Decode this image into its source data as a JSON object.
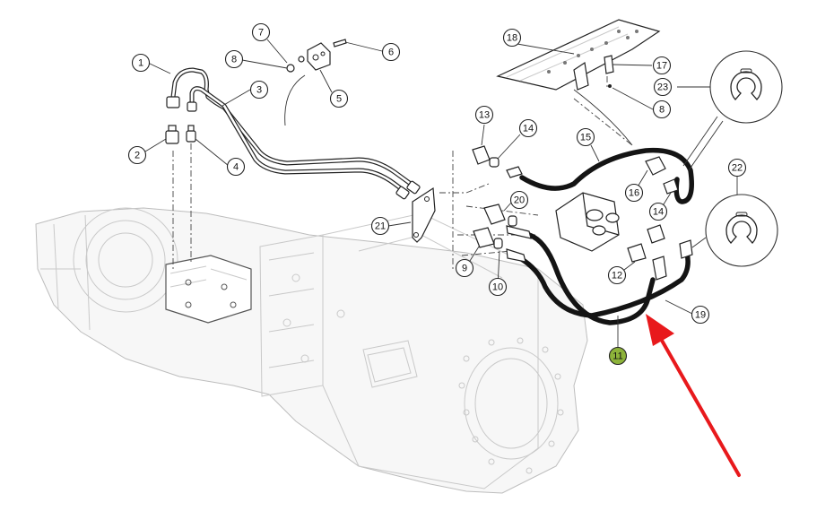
{
  "diagram": {
    "callouts": [
      {
        "id": "c1",
        "label": "1"
      },
      {
        "id": "c2",
        "label": "2"
      },
      {
        "id": "c3",
        "label": "3"
      },
      {
        "id": "c4",
        "label": "4"
      },
      {
        "id": "c5",
        "label": "5"
      },
      {
        "id": "c6",
        "label": "6"
      },
      {
        "id": "c7",
        "label": "7"
      },
      {
        "id": "c8a",
        "label": "8"
      },
      {
        "id": "c8b",
        "label": "8"
      },
      {
        "id": "c9",
        "label": "9"
      },
      {
        "id": "c10",
        "label": "10"
      },
      {
        "id": "c11",
        "label": "11"
      },
      {
        "id": "c12",
        "label": "12"
      },
      {
        "id": "c13",
        "label": "13"
      },
      {
        "id": "c14a",
        "label": "14"
      },
      {
        "id": "c14b",
        "label": "14"
      },
      {
        "id": "c15",
        "label": "15"
      },
      {
        "id": "c16",
        "label": "16"
      },
      {
        "id": "c17",
        "label": "17"
      },
      {
        "id": "c18",
        "label": "18"
      },
      {
        "id": "c19",
        "label": "19"
      },
      {
        "id": "c20",
        "label": "20"
      },
      {
        "id": "c21",
        "label": "21"
      },
      {
        "id": "c22",
        "label": "22"
      },
      {
        "id": "c23",
        "label": "23"
      }
    ],
    "colors": {
      "highlight_callout": "#8db33a",
      "arrow": "#e8191c",
      "hose": "#141414",
      "line": "#222222",
      "ghost": "#c9c9c9"
    }
  }
}
